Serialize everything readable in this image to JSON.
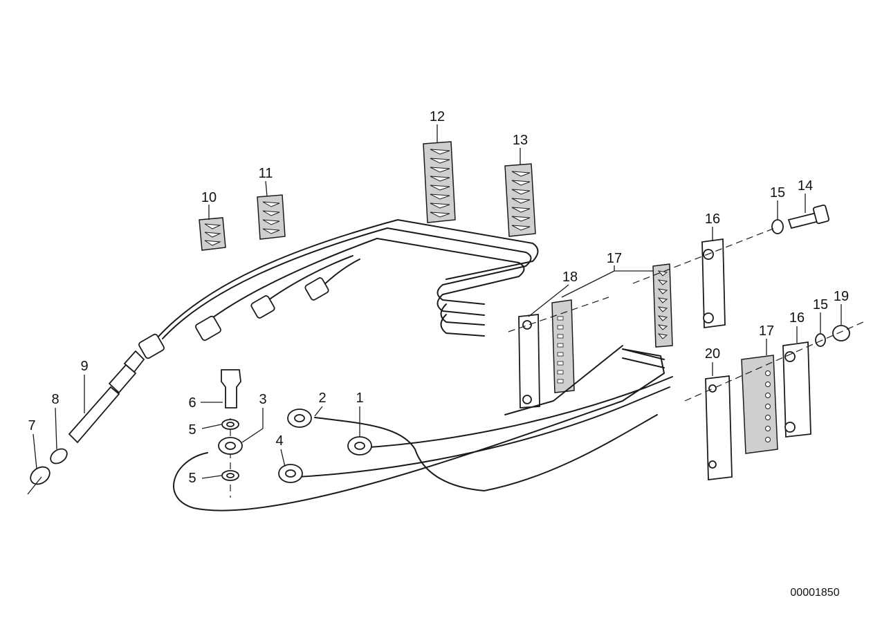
{
  "callouts": {
    "c1": "1",
    "c2": "2",
    "c3": "3",
    "c4": "4",
    "c5a": "5",
    "c5b": "5",
    "c6": "6",
    "c7": "7",
    "c8": "8",
    "c9": "9",
    "c10": "10",
    "c11": "11",
    "c12": "12",
    "c13": "13",
    "c14": "14",
    "c15a": "15",
    "c15b": "15",
    "c16a": "16",
    "c16b": "16",
    "c17a": "17",
    "c17b": "17",
    "c18": "18",
    "c19": "19",
    "c20": "20"
  },
  "diagram_code": "00001850"
}
